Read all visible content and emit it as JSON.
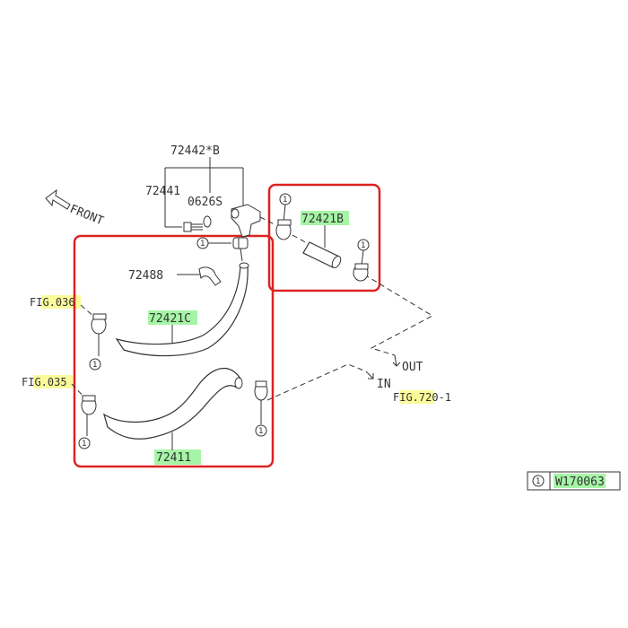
{
  "labels": {
    "assembly_b": "72442*B",
    "part_72441": "72441",
    "part_0626s": "0626S",
    "part_72488": "72488",
    "hose_72421b": "72421B",
    "hose_72421c": "72421C",
    "hose_72411": "72411",
    "front": "FRONT",
    "out": "OUT",
    "in": "IN",
    "fig_036": "FIG.036",
    "fig_035": "FIG.035",
    "fig_720": "FIG.720-1"
  },
  "clamp_ref": "1",
  "legend": {
    "key": "1",
    "code": "W170063"
  },
  "colors": {
    "highlight_red": "#dd2222",
    "highlight_green": "#a6f5a6",
    "highlight_yellow": "#fbfb9a",
    "line": "#333333"
  }
}
